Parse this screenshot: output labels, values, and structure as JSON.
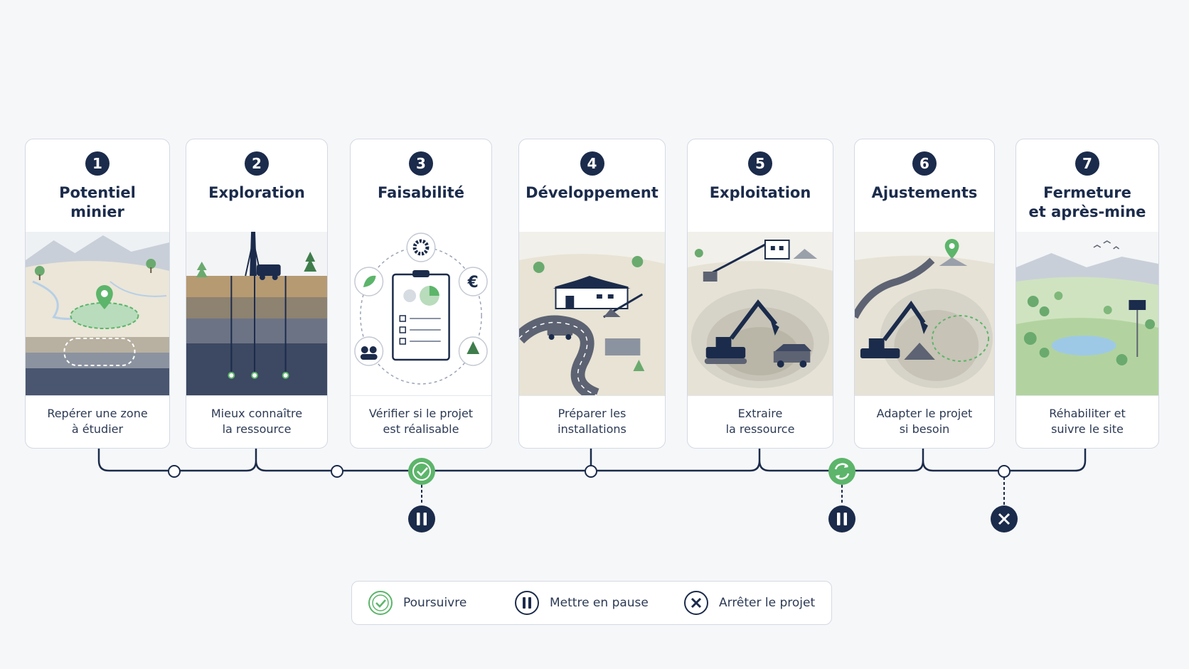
{
  "stages": [
    {
      "num": "1",
      "title": "Potentiel\nminier",
      "desc": "Repérer une zone\nà étudier"
    },
    {
      "num": "2",
      "title": "Exploration",
      "desc": "Mieux connaître\nla ressource"
    },
    {
      "num": "3",
      "title": "Faisabilité",
      "desc": "Vérifier si le projet\nest réalisable"
    },
    {
      "num": "4",
      "title": "Développement",
      "desc": "Préparer les\ninstallations"
    },
    {
      "num": "5",
      "title": "Exploitation",
      "desc": "Extraire\nla ressource"
    },
    {
      "num": "6",
      "title": "Ajustements",
      "desc": "Adapter le projet\nsi besoin"
    },
    {
      "num": "7",
      "title": "Fermeture\net après-mine",
      "desc": "Réhabiliter et\nsuivre le site"
    }
  ],
  "legend": {
    "continue_label": "Poursuivre",
    "pause_label": "Mettre en pause",
    "stop_label": "Arrêter le projet"
  },
  "colors": {
    "navy": "#1b2b4b",
    "green": "#5cb56a",
    "border": "#d3d9e3"
  },
  "icons": {
    "continue": "check-circle-icon",
    "pause": "pause-icon",
    "stop": "close-icon",
    "cycle": "refresh-icon"
  }
}
